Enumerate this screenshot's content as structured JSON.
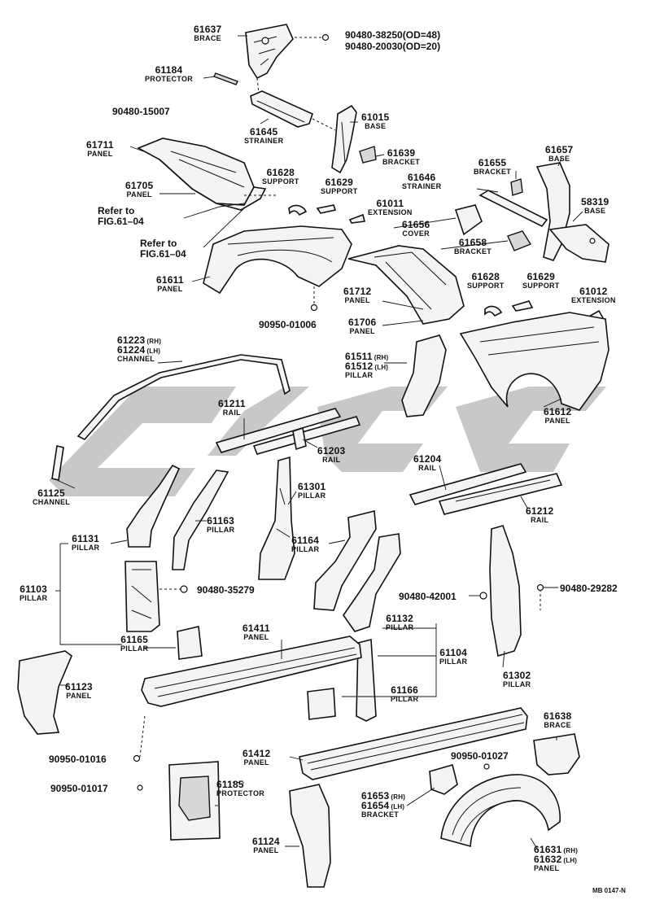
{
  "parts": {
    "p61637": {
      "num": "61637",
      "name": "BRACE"
    },
    "p61184": {
      "num": "61184",
      "name": "PROTECTOR"
    },
    "p61645": {
      "num": "61645",
      "name": "STRAINER"
    },
    "p61015": {
      "num": "61015",
      "name": "BASE"
    },
    "p61639": {
      "num": "61639",
      "name": "BRACKET"
    },
    "p61711": {
      "num": "61711",
      "name": "PANEL"
    },
    "p61705": {
      "num": "61705",
      "name": "PANEL"
    },
    "p61628a": {
      "num": "61628",
      "name": "SUPPORT"
    },
    "p61629a": {
      "num": "61629",
      "name": "SUPPORT"
    },
    "p61011": {
      "num": "61011",
      "name": "EXTENSION"
    },
    "p61655": {
      "num": "61655",
      "name": "BRACKET"
    },
    "p61657": {
      "num": "61657",
      "name": "BASE"
    },
    "p61646": {
      "num": "61646",
      "name": "STRAINER"
    },
    "p58319": {
      "num": "58319",
      "name": "BASE"
    },
    "p61656": {
      "num": "61656",
      "name": "COVER"
    },
    "p61658": {
      "num": "61658",
      "name": "BRACKET"
    },
    "p61611": {
      "num": "61611",
      "name": "PANEL"
    },
    "p61712": {
      "num": "61712",
      "name": "PANEL"
    },
    "p61706": {
      "num": "61706",
      "name": "PANEL"
    },
    "p61628b": {
      "num": "61628",
      "name": "SUPPORT"
    },
    "p61629b": {
      "num": "61629",
      "name": "SUPPORT"
    },
    "p61012": {
      "num": "61012",
      "name": "EXTENSION"
    },
    "p61223": {
      "num": "61223",
      "suffix": "(RH)",
      "num2": "61224",
      "suffix2": "(LH)",
      "name": "CHANNEL"
    },
    "p61511": {
      "num": "61511",
      "suffix": "(RH)",
      "num2": "61512",
      "suffix2": "(LH)",
      "name": "PILLAR"
    },
    "p61211": {
      "num": "61211",
      "name": "RAIL"
    },
    "p61203": {
      "num": "61203",
      "name": "RAIL"
    },
    "p61612": {
      "num": "61612",
      "name": "PANEL"
    },
    "p61125": {
      "num": "61125",
      "name": "CHANNEL"
    },
    "p61301": {
      "num": "61301",
      "name": "PILLAR"
    },
    "p61204": {
      "num": "61204",
      "name": "RAIL"
    },
    "p61163": {
      "num": "61163",
      "name": "PILLAR"
    },
    "p61212": {
      "num": "61212",
      "name": "RAIL"
    },
    "p61131": {
      "num": "61131",
      "name": "PILLAR"
    },
    "p61164": {
      "num": "61164",
      "name": "PILLAR"
    },
    "p61103": {
      "num": "61103",
      "name": "PILLAR"
    },
    "p61165": {
      "num": "61165",
      "name": "PILLAR"
    },
    "p61411": {
      "num": "61411",
      "name": "PANEL"
    },
    "p61132": {
      "num": "61132",
      "name": "PILLAR"
    },
    "p61104": {
      "num": "61104",
      "name": "PILLAR"
    },
    "p61123": {
      "num": "61123",
      "name": "PANEL"
    },
    "p61166": {
      "num": "61166",
      "name": "PILLAR"
    },
    "p61302": {
      "num": "61302",
      "name": "PILLAR"
    },
    "p61638": {
      "num": "61638",
      "name": "BRACE"
    },
    "p61412": {
      "num": "61412",
      "name": "PANEL"
    },
    "p61185": {
      "num": "61185",
      "name": "PROTECTOR"
    },
    "p61653": {
      "num": "61653",
      "suffix": "(RH)",
      "num2": "61654",
      "suffix2": "(LH)",
      "name": "BRACKET"
    },
    "p61124": {
      "num": "61124",
      "name": "PANEL"
    },
    "p61631": {
      "num": "61631",
      "suffix": "(RH)",
      "num2": "61632",
      "suffix2": "(LH)",
      "name": "PANEL"
    }
  },
  "refs": {
    "r38250": "90480-38250(OD=48)",
    "r20030": "90480-20030(OD=20)",
    "r15007": "90480-15007",
    "r01006": "90950-01006",
    "r35279": "90480-35279",
    "r42001": "90480-42001",
    "r29282": "90480-29282",
    "r01016": "90950-01016",
    "r01027": "90950-01027",
    "r01017": "90950-01017",
    "refer1": "Refer to",
    "refer1b": "FIG.61–04",
    "refer2": "Refer to",
    "refer2b": "FIG.61–04"
  },
  "code": "MB 0147-N",
  "watermark": {
    "color": "#9a9a9a"
  }
}
